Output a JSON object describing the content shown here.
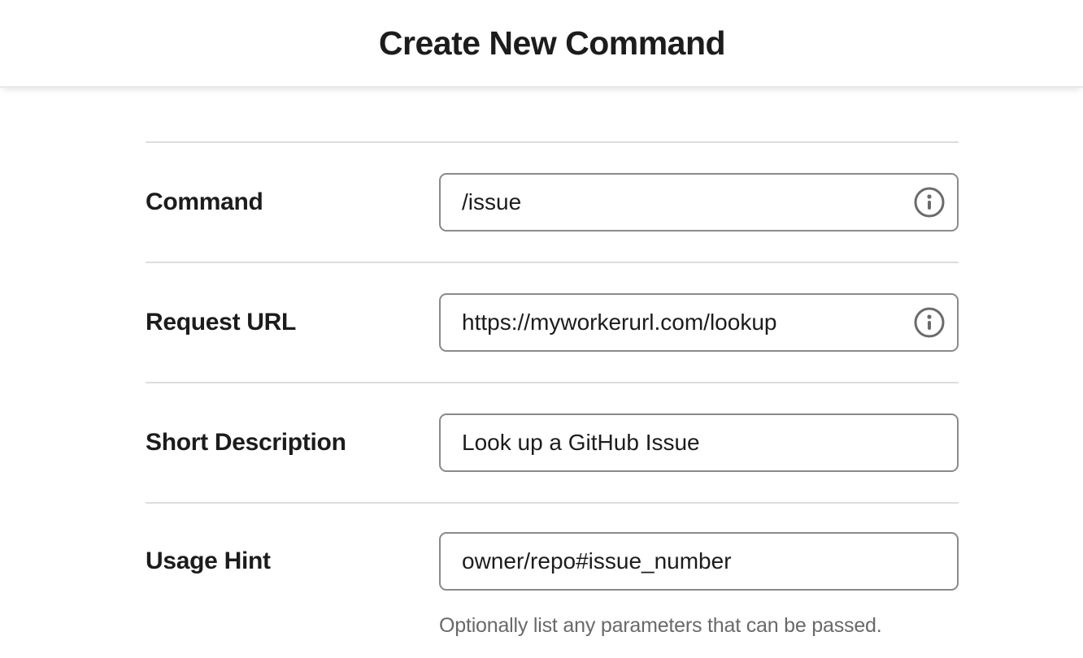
{
  "header": {
    "title": "Create New Command"
  },
  "form": {
    "fields": [
      {
        "label": "Command",
        "value": "/issue",
        "has_info_icon": true
      },
      {
        "label": "Request URL",
        "value": "https://myworkerurl.com/lookup",
        "has_info_icon": true
      },
      {
        "label": "Short Description",
        "value": "Look up a GitHub Issue",
        "has_info_icon": false
      },
      {
        "label": "Usage Hint",
        "value": "owner/repo#issue_number",
        "has_info_icon": false,
        "helper": "Optionally list any parameters that can be passed."
      }
    ]
  },
  "icons": {
    "info": "info-icon"
  },
  "colors": {
    "text": "#1d1c1d",
    "input_border": "#8a8a8a",
    "divider": "#dddddd",
    "helper_text": "#696969",
    "icon": "#6b6b6b",
    "header_border": "#e8e8e8"
  }
}
